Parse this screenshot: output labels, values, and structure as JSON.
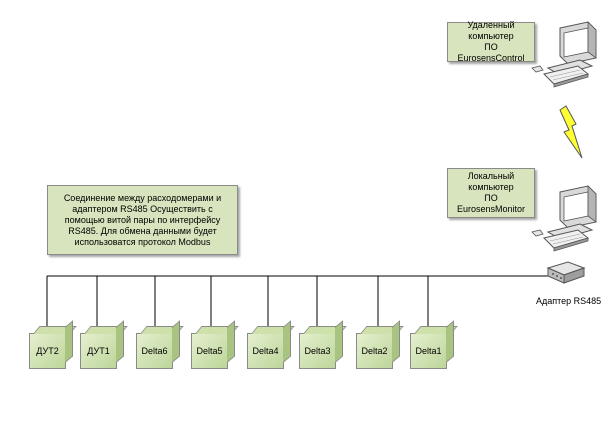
{
  "remote": {
    "label": "Удаленный\nкомпьютер\nПО EurosensControl"
  },
  "local": {
    "label": "Локальный\nкомпьютер\nПО\nEurosensMonitor"
  },
  "connection_note": "Соединение между расходомерами и адаптером RS485 Осуществить с помощью витой пары по интерфейсу RS485. Для обмена данными будет использоватся протокол Modbus",
  "adapter": {
    "label": "Адаптер RS485"
  },
  "sensors": [
    "ДУТ2",
    "ДУТ1",
    "Delta6",
    "Delta5",
    "Delta4",
    "Delta3",
    "Delta2",
    "Delta1"
  ],
  "colors": {
    "label_fill": "#d7e4bd",
    "lightning": "#ffff33",
    "bus_line": "#000000"
  }
}
